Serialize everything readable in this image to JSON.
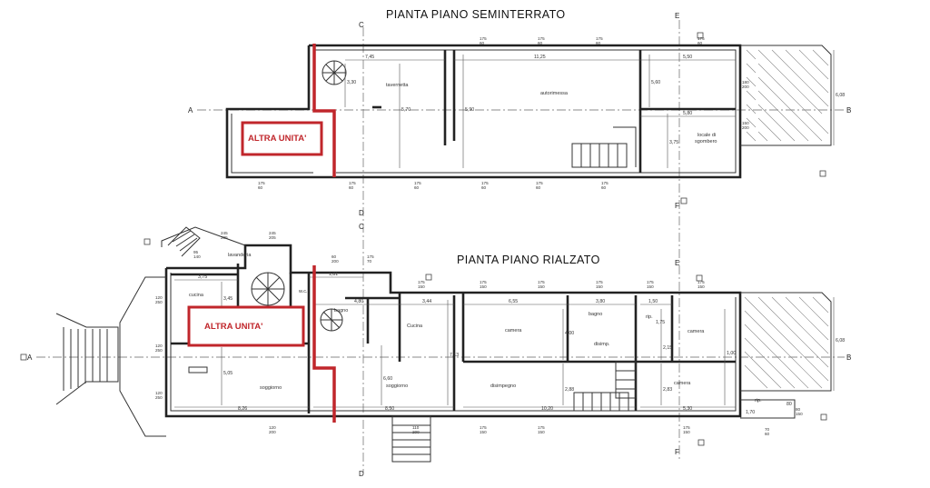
{
  "titles": {
    "basement": "PIANTA PIANO  SEMINTERRATO",
    "ground": "PIANTA PIANO RIALZATO"
  },
  "section_marks": {
    "a": "A",
    "b": "B",
    "c": "C",
    "d": "D",
    "e": "E",
    "f": "F"
  },
  "basement": {
    "other_unit": "ALTRA UNITA'",
    "rooms": {
      "tavernetta": "tavernetta",
      "autorimessa": "autorimessa",
      "locale_label_1": "locale di",
      "locale_label_2": "sgombero"
    },
    "dims": {
      "d745": "7,45",
      "d1125": "11,25",
      "d550": "5,50",
      "d580": "5,80",
      "d330": "3,30",
      "d570": "5,70",
      "d590": "5,90",
      "d560": "5,60",
      "d375": "3,75",
      "d608": "6,08"
    },
    "windows": {
      "top": [
        "175\n60",
        "175\n60",
        "175\n60",
        "175\n60"
      ],
      "right1": "180\n200",
      "right2": "150\n200",
      "bottom": [
        "175\n60",
        "175\n60",
        "175\n60",
        "175\n60",
        "175\n60",
        "175\n60"
      ]
    }
  },
  "ground": {
    "other_unit": "ALTRA UNITA'",
    "rooms": {
      "lavanderia": "lavanderia",
      "cucina_left": "cucina",
      "soggiorno_left": "soggiorno",
      "bagno_small": "bagno",
      "wc": "w.c.",
      "cucina_mid": "Cucina",
      "soggiorno_mid": "soggiorno",
      "camera1": "camera",
      "disimpegno": "disimpegno",
      "bagno2": "bagno",
      "disimp": "disimp.",
      "rip1": "rip.",
      "camera2": "camera",
      "camera3": "camera",
      "rip2": "rip."
    },
    "dims": {
      "d375": "3,75",
      "d826": "8,26",
      "d345": "3,45",
      "d505": "5,05",
      "d181": "1,81",
      "d480": "4,80",
      "d344": "3,44",
      "d655": "6,55",
      "d380": "3,80",
      "d150": "1,50",
      "d660": "6,60",
      "d713": "7,13",
      "d400": "4,00",
      "d288": "2,88",
      "d850": "8,50",
      "d1020": "10,20",
      "d530": "5,30",
      "d215": "2,15",
      "d283": "2,83",
      "d608": "6,08",
      "d100": "1,00",
      "d170": "1,70",
      "d80": "80",
      "d175": "1,75"
    },
    "windows": {
      "w245a": "245\n205",
      "w245b": "245\n205",
      "w95": "95\n140",
      "w60": "60\n200",
      "w175a": "175\n70",
      "w120a": "120\n250",
      "w120b": "120\n250",
      "w120c": "120\n250",
      "w175b": "175\n150",
      "w175c": "175\n150",
      "w175d": "175\n150",
      "w175e": "175\n150",
      "w175f": "175\n150",
      "w175g": "175\n150",
      "w120d": "120\n200",
      "w110": "110\n200",
      "w175h": "175\n150",
      "w175i": "175\n150",
      "w175j": "175\n150",
      "w80": "80\n150",
      "w70": "70\n60"
    }
  }
}
